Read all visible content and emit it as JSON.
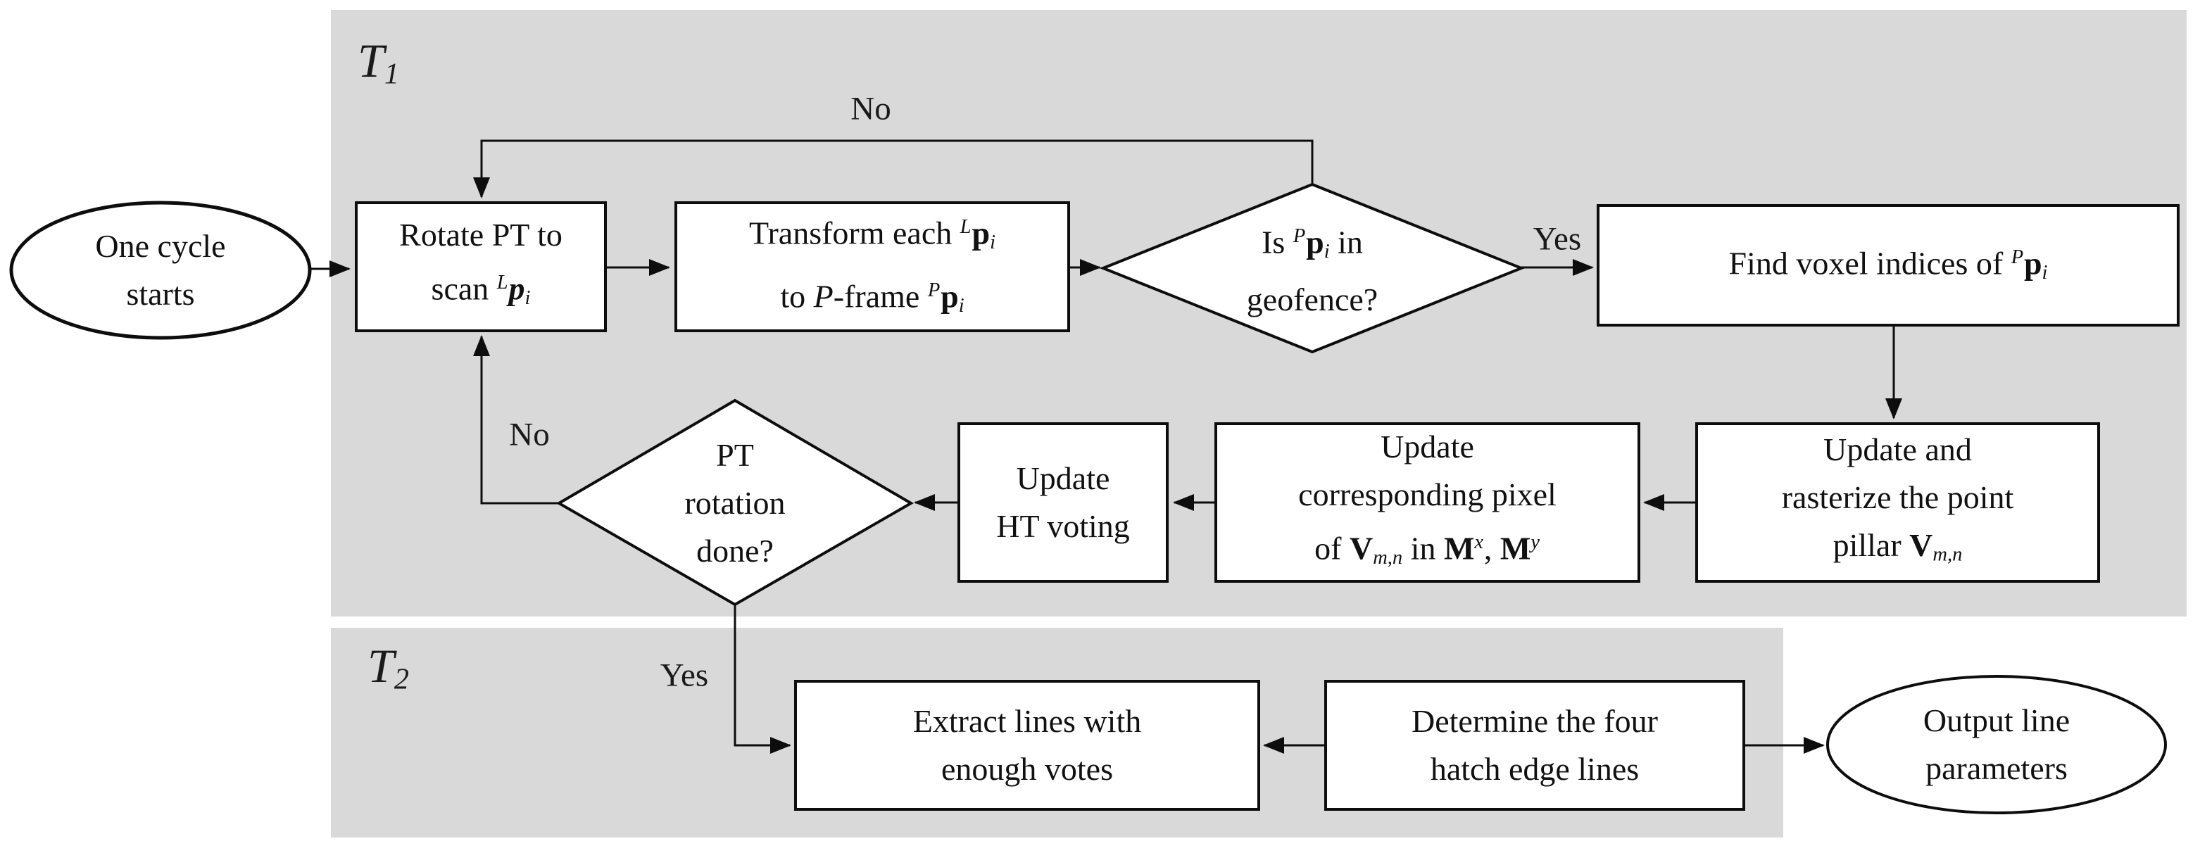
{
  "colors": {
    "region_gray": "#d9d9d9",
    "stroke_black": "#0d0d0d",
    "node_fill": "#ffffff"
  },
  "regions": {
    "t1": {
      "label": [
        [
          {
            "t": "T",
            "s": "i"
          },
          {
            "t": "1",
            "s": "sub"
          }
        ]
      ]
    },
    "t2": {
      "label": [
        [
          {
            "t": "T",
            "s": "i"
          },
          {
            "t": "2",
            "s": "sub"
          }
        ]
      ]
    }
  },
  "edge_labels": {
    "no_top": "No",
    "yes_geofence": "Yes",
    "no_ptdone": "No",
    "yes_ptdone": "Yes"
  },
  "nodes": {
    "start": {
      "lines": [
        [
          {
            "t": "One cycle"
          }
        ],
        [
          {
            "t": "starts"
          }
        ]
      ]
    },
    "rotate": {
      "lines": [
        [
          {
            "t": "Rotate PT to"
          }
        ],
        [
          {
            "t": "scan "
          },
          {
            "t": "L",
            "s": "sup"
          },
          {
            "t": "p",
            "s": "bi"
          },
          {
            "t": "i",
            "s": "sub"
          }
        ]
      ]
    },
    "transform": {
      "lines": [
        [
          {
            "t": "Transform each "
          },
          {
            "t": "L",
            "s": "sup"
          },
          {
            "t": "p",
            "s": "b"
          },
          {
            "t": "i",
            "s": "sub"
          }
        ],
        [
          {
            "t": "to "
          },
          {
            "t": "P",
            "s": "i"
          },
          {
            "t": "-frame "
          },
          {
            "t": "P",
            "s": "sup"
          },
          {
            "t": "p",
            "s": "b"
          },
          {
            "t": "i",
            "s": "sub"
          }
        ]
      ]
    },
    "geofence": {
      "lines": [
        [
          {
            "t": "Is "
          },
          {
            "t": "P",
            "s": "sup"
          },
          {
            "t": "p",
            "s": "b"
          },
          {
            "t": "i",
            "s": "sub"
          },
          {
            "t": " in"
          }
        ],
        [
          {
            "t": "geofence?"
          }
        ]
      ]
    },
    "find": {
      "lines": [
        [
          {
            "t": "Find voxel indices of "
          },
          {
            "t": "P",
            "s": "sup"
          },
          {
            "t": "p",
            "s": "b"
          },
          {
            "t": "i",
            "s": "sub"
          }
        ]
      ]
    },
    "rasterize": {
      "lines": [
        [
          {
            "t": "Update and"
          }
        ],
        [
          {
            "t": "rasterize the point"
          }
        ],
        [
          {
            "t": "pillar "
          },
          {
            "t": "V",
            "s": "b"
          },
          {
            "t": "m,n",
            "s": "sub"
          }
        ]
      ]
    },
    "pixel": {
      "lines": [
        [
          {
            "t": "Update"
          }
        ],
        [
          {
            "t": "corresponding pixel"
          }
        ],
        [
          {
            "t": "of "
          },
          {
            "t": "V",
            "s": "b"
          },
          {
            "t": "m,n",
            "s": "sub"
          },
          {
            "t": " in "
          },
          {
            "t": "M",
            "s": "b"
          },
          {
            "t": "x",
            "s": "sup"
          },
          {
            "t": ", "
          },
          {
            "t": "M",
            "s": "b"
          },
          {
            "t": "y",
            "s": "sup"
          }
        ]
      ]
    },
    "ht": {
      "lines": [
        [
          {
            "t": "Update"
          }
        ],
        [
          {
            "t": "HT voting"
          }
        ]
      ]
    },
    "ptdone": {
      "lines": [
        [
          {
            "t": "PT"
          }
        ],
        [
          {
            "t": "rotation"
          }
        ],
        [
          {
            "t": "done?"
          }
        ]
      ]
    },
    "extract": {
      "lines": [
        [
          {
            "t": "Extract lines with"
          }
        ],
        [
          {
            "t": "enough votes"
          }
        ]
      ]
    },
    "determine": {
      "lines": [
        [
          {
            "t": "Determine the four"
          }
        ],
        [
          {
            "t": "hatch edge lines"
          }
        ]
      ]
    },
    "output": {
      "lines": [
        [
          {
            "t": "Output line"
          }
        ],
        [
          {
            "t": "parameters"
          }
        ]
      ]
    }
  }
}
